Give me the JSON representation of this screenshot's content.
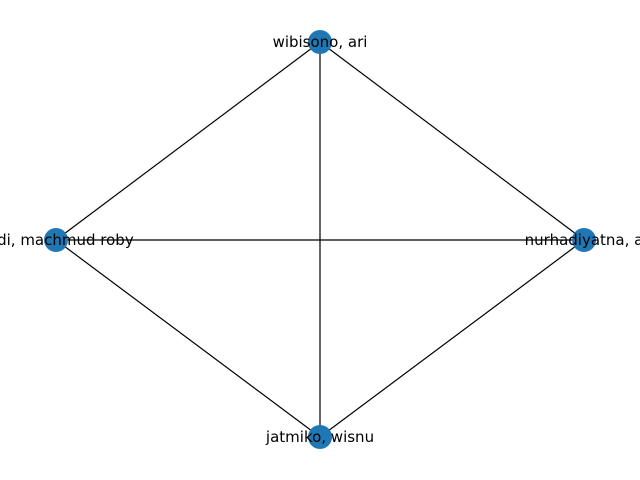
{
  "graph": {
    "node_color": "#1f77b4",
    "edge_color": "#000000",
    "nodes": [
      {
        "id": "n0",
        "label": "wibisono, ari"
      },
      {
        "id": "n1",
        "label": "nurhadiyatna, a"
      },
      {
        "id": "n2",
        "label": "jatmiko, wisnu"
      },
      {
        "id": "n3",
        "label": "midi, machmud roby"
      }
    ],
    "edges": [
      [
        "n0",
        "n1"
      ],
      [
        "n0",
        "n2"
      ],
      [
        "n0",
        "n3"
      ],
      [
        "n1",
        "n2"
      ],
      [
        "n1",
        "n3"
      ],
      [
        "n2",
        "n3"
      ]
    ]
  }
}
